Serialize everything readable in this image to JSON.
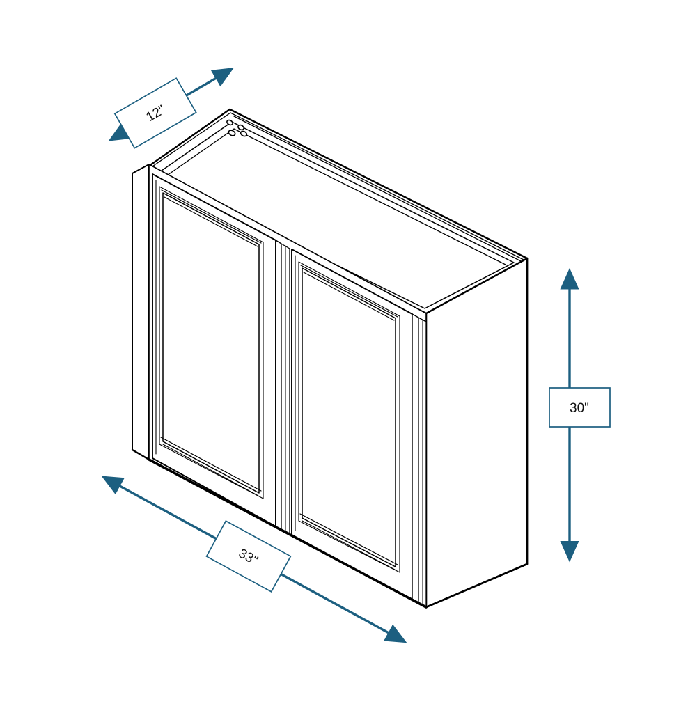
{
  "drawing": {
    "title": "Wall Cabinet Isometric Dimension Drawing",
    "subject": "double-door wall cabinet",
    "background_color": "#FFFFFF",
    "line_color": "#000000",
    "dimension_color": "#1C5F80",
    "label_box_fill": "#FFFFFF",
    "label_text_color": "#111111"
  },
  "dimensions": {
    "depth": {
      "name": "depth",
      "value": "12\"",
      "orientation": "diagonal-up-right",
      "arrow_style": "double-headed"
    },
    "width": {
      "name": "width",
      "value": "33\"",
      "orientation": "diagonal-down-right",
      "arrow_style": "double-headed"
    },
    "height": {
      "name": "height",
      "value": "30\"",
      "orientation": "vertical",
      "arrow_style": "double-headed"
    }
  },
  "cabinet": {
    "type": "wall cabinet",
    "door_count": 2,
    "door_style": "shaker recessed panel",
    "left_door": "left-door-panel",
    "right_door": "right-door-panel",
    "top_mounting_holes": 4
  }
}
